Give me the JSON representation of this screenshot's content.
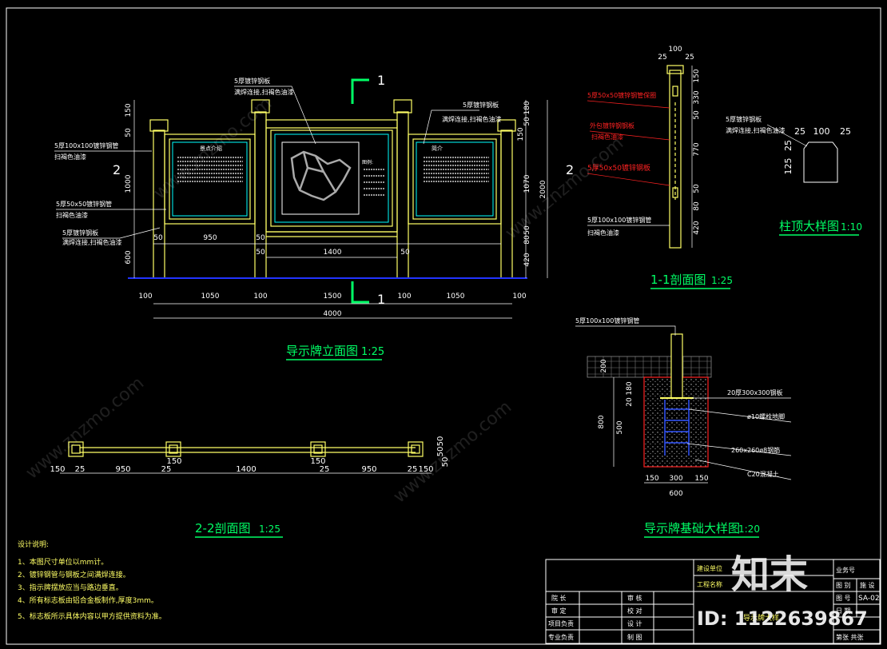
{
  "elevation": {
    "callouts": [
      {
        "line1": "5厚镀锌钢板",
        "line2": "满焊连接,扫褐色油漆"
      },
      {
        "line1": "5厚镀锌钢板",
        "line2": "满焊连接,扫褐色油漆"
      },
      {
        "line1": "5厚100x100镀锌钢管",
        "line2": "扫褐色油漆"
      },
      {
        "line1": "5厚50x50镀锌钢管",
        "line2": "扫褐色油漆"
      },
      {
        "line1": "5厚镀锌钢板",
        "line2": "满焊连接,扫褐色油漆"
      }
    ],
    "panel_left_title": "景点介绍",
    "panel_right_title": "简介",
    "map_legend_title": "图例:",
    "top_dims": [
      "150",
      "50",
      "1000",
      "600"
    ],
    "left_dims": [
      "50",
      "950",
      "50"
    ],
    "center_dims": [
      "50",
      "1400",
      "50"
    ],
    "bottom_dims": [
      "100",
      "1050",
      "100",
      "1500",
      "100",
      "1050",
      "100"
    ],
    "total": "4000",
    "right_dims": [
      "180",
      "50",
      "150",
      "1070",
      "50",
      "80",
      "420",
      "2000"
    ],
    "section_mark": "1",
    "section_mark2": "2",
    "title": "导示牌立面图",
    "scale": "1:25"
  },
  "section11": {
    "top_dims": [
      "100",
      "25",
      "25"
    ],
    "callouts": [
      {
        "text": "5厚50x50镀锌钢管保圈"
      },
      {
        "text": "外包镀锌钢钢板"
      },
      {
        "text": "扫褐色油漆"
      },
      {
        "text": "5厚50x50镀锌钢板"
      },
      {
        "text": "5厚100x100镀锌钢管"
      },
      {
        "text": "扫褐色油漆"
      }
    ],
    "dims": [
      "150",
      "330",
      "50",
      "770",
      "50",
      "80",
      "420"
    ],
    "title": "1-1剖面图",
    "scale": "1:25"
  },
  "cap": {
    "line1": "5厚镀锌钢板",
    "line2": "满焊连接,扫褐色油漆",
    "dims": [
      "25",
      "100",
      "25",
      "25",
      "125"
    ],
    "title": "柱顶大样图",
    "scale": "1:10"
  },
  "section22": {
    "dims": [
      "150",
      "25",
      "950",
      "25",
      "150",
      "1400",
      "150",
      "25",
      "950",
      "25",
      "150"
    ],
    "side_dims": [
      "50",
      "50",
      "50"
    ],
    "title": "2-2剖面图",
    "scale": "1:25"
  },
  "foundation": {
    "callouts": [
      {
        "text": "5厚100x100镀锌钢管"
      },
      {
        "text": "20厚300x300钢板"
      },
      {
        "text": "ø10螺栓地脚"
      },
      {
        "text": "260x260ø8钢筋"
      },
      {
        "text": "C20混凝土"
      }
    ],
    "left_dims": [
      "200",
      "180",
      "20",
      "500",
      "800"
    ],
    "bottom_dims": [
      "150",
      "300",
      "150",
      "600"
    ],
    "title": "导示牌基础大样图",
    "scale": "1:20"
  },
  "notes": {
    "heading": "设计说明:",
    "items": [
      "1、本图尺寸单位以mm计。",
      "2、镀锌钢管与钢板之间满焊连接。",
      "3、指示牌摆放应当与路边垂直。",
      "4、所有标志板由铝合金板制作,厚度3mm。",
      "5、标志板所示具体内容以甲方提供资料为准。"
    ]
  },
  "title_block": {
    "left_rows": [
      [
        "院 长",
        "审 核"
      ],
      [
        "审 定",
        "校 对"
      ],
      [
        "项目负责",
        "设 计"
      ],
      [
        "专业负责",
        "制 图"
      ]
    ],
    "build_unit": "建设单位",
    "project_name": "工程名称",
    "drawing_name": "导示牌大样",
    "right_rows": [
      [
        "业务号",
        ""
      ],
      [
        "图 别",
        "施 设"
      ],
      [
        "图 号",
        "SA-02"
      ],
      [
        "日 期",
        ""
      ],
      [
        "第张 共张",
        ""
      ]
    ]
  },
  "watermark": {
    "brand": "知末",
    "id": "ID: 1122639867",
    "site": "www.znzmo.com"
  },
  "colors": {
    "line": "#ffff66",
    "dim": "#ffffff",
    "green": "#00ff66",
    "cyan": "#00ffff",
    "red": "#ff2222",
    "blue": "#3355ff",
    "ground": "#1a1aff"
  }
}
